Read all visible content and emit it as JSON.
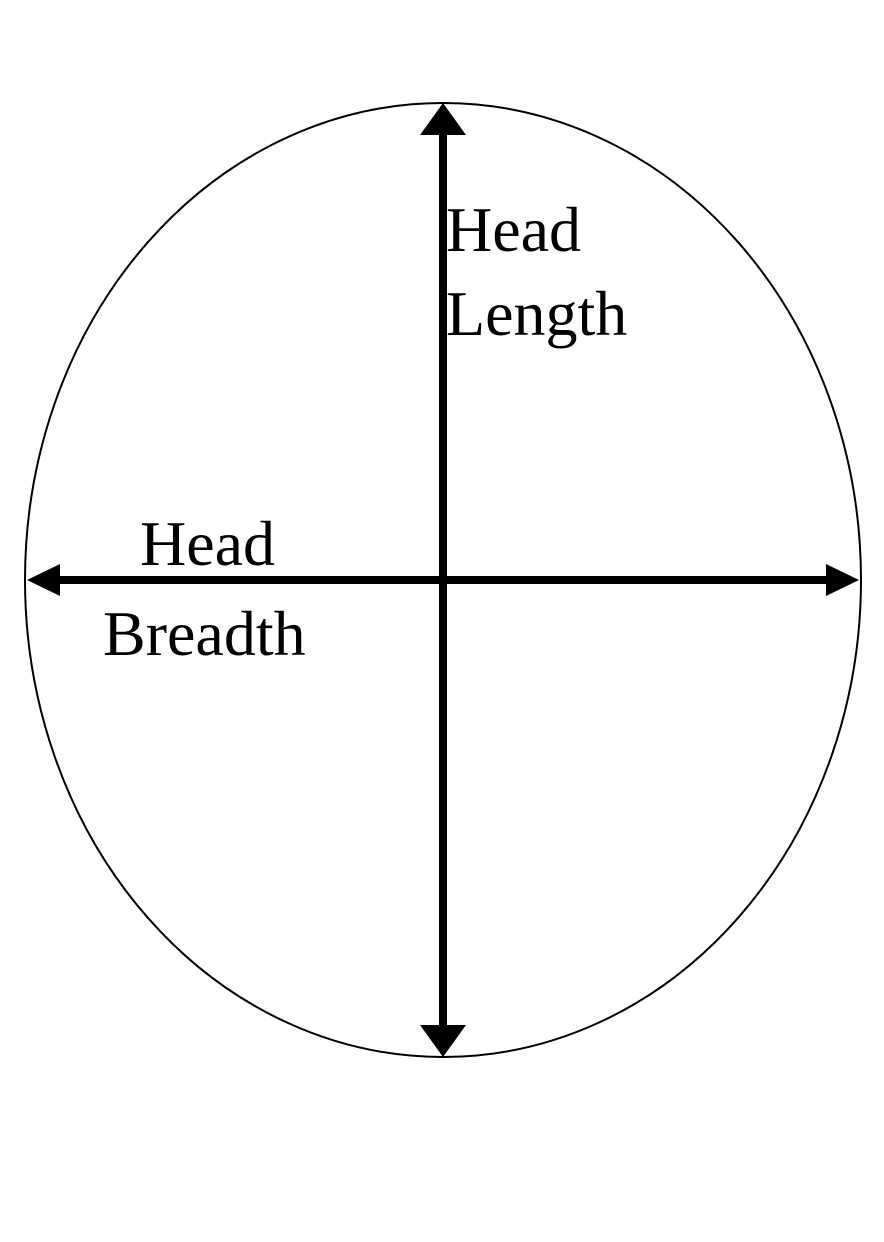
{
  "diagram": {
    "labels": {
      "length_line1": "Head",
      "length_line2": "Length",
      "breadth_line1": "Head",
      "breadth_line2": "Breadth"
    },
    "colors": {
      "stroke": "#000000",
      "background": "#ffffff"
    }
  }
}
